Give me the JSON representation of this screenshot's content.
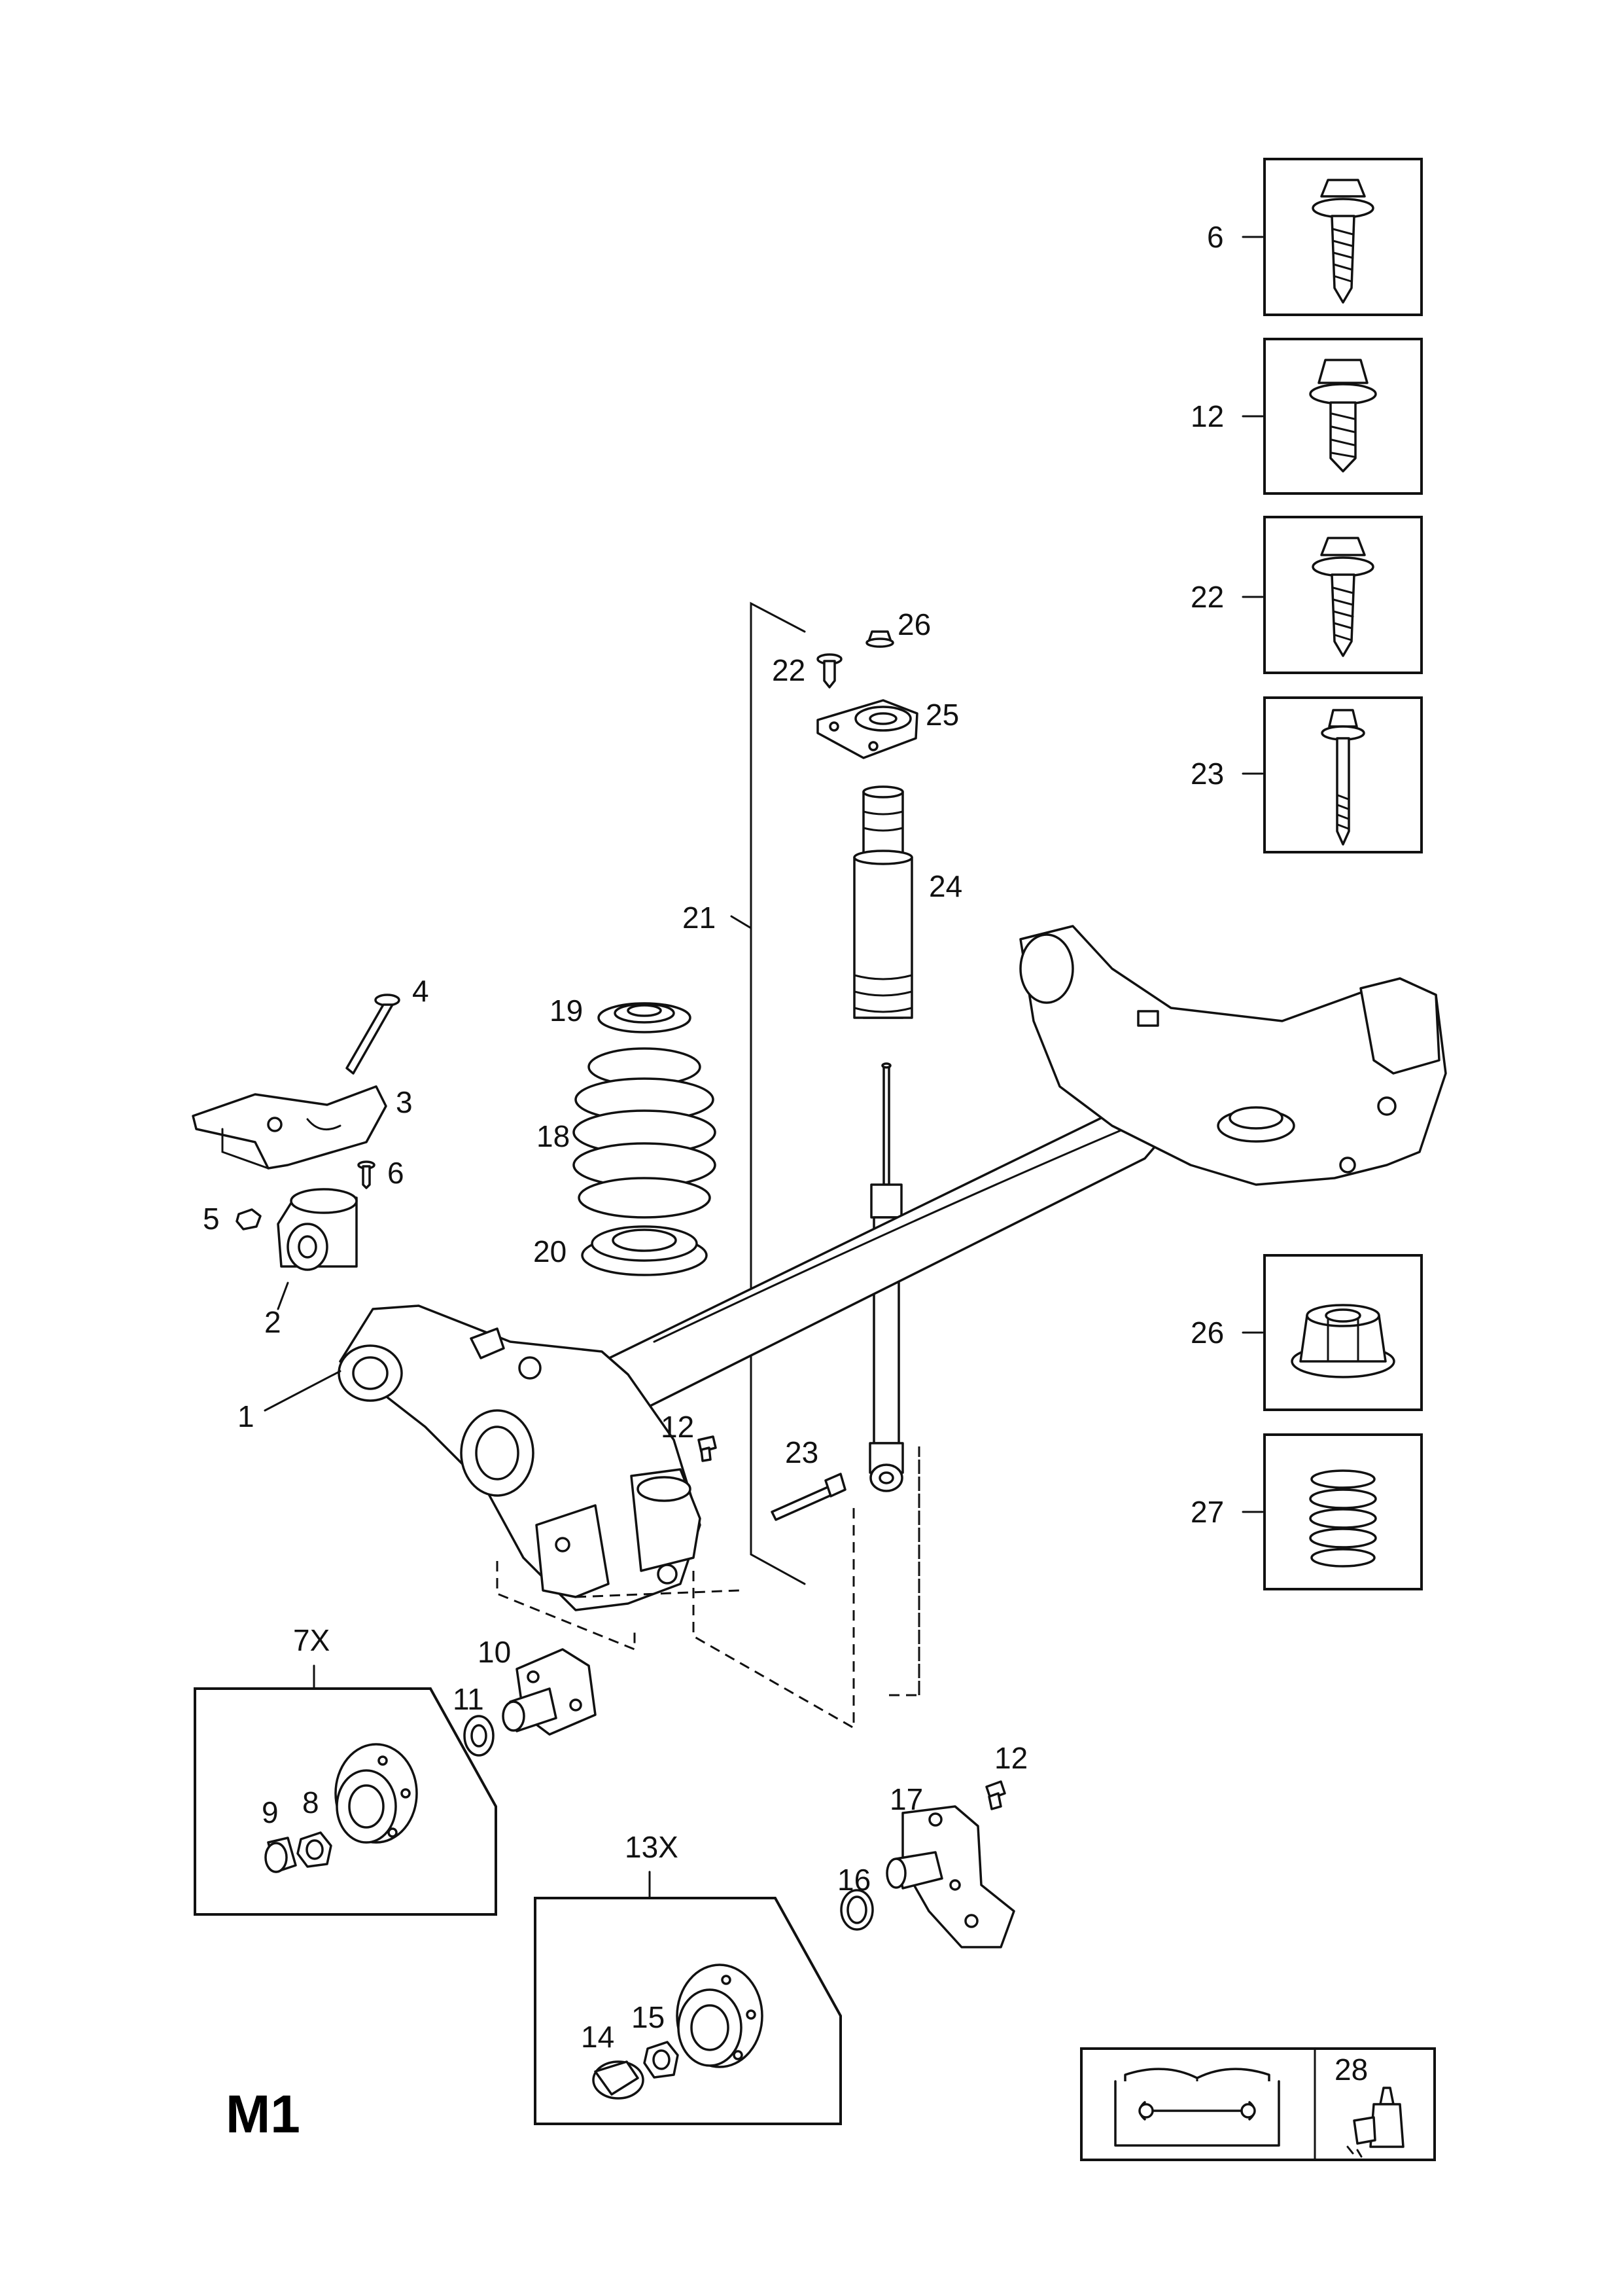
{
  "diagram_code": "M1",
  "callouts": {
    "p1": "1",
    "p2": "2",
    "p3": "3",
    "p4": "4",
    "p5": "5",
    "p6": "6",
    "p7x": "7X",
    "p8": "8",
    "p9": "9",
    "p10": "10",
    "p11": "11",
    "p12a": "12",
    "p12b": "12",
    "p13x": "13X",
    "p14": "14",
    "p15": "15",
    "p16": "16",
    "p17": "17",
    "p18": "18",
    "p19": "19",
    "p20": "20",
    "p21": "21",
    "p22": "22",
    "p23": "23",
    "p24": "24",
    "p25": "25",
    "p26": "26"
  },
  "fastener_panel": [
    {
      "number": "6",
      "icon": "flange-torx-bolt-icon"
    },
    {
      "number": "12",
      "icon": "hex-flange-bolt-icon"
    },
    {
      "number": "22",
      "icon": "flange-torx-bolt-icon"
    },
    {
      "number": "23",
      "icon": "long-hex-bolt-icon"
    },
    {
      "number": "26",
      "icon": "flange-nut-icon"
    },
    {
      "number": "27",
      "icon": "coil-spring-icon"
    }
  ],
  "legend": {
    "manual_icon": "repair-manual-icon",
    "adhesive_number": "28",
    "adhesive_icon": "adhesive-tube-icon"
  }
}
